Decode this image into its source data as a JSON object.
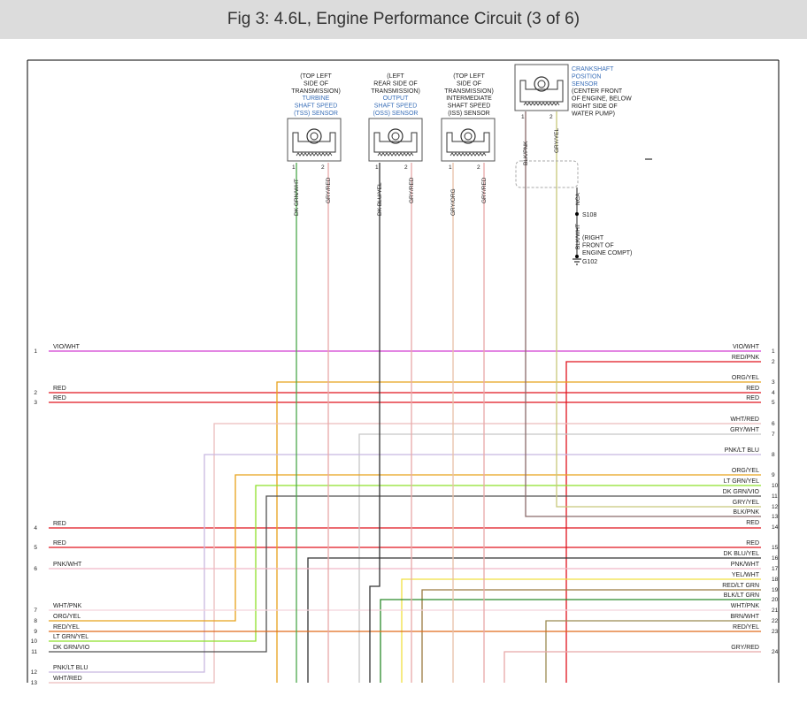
{
  "title": "Fig 3: 4.6L, Engine Performance Circuit (3 of 6)",
  "sensors": [
    {
      "id": "tss",
      "desc": [
        "(TOP LEFT",
        "SIDE OF",
        "TRANSMISSION)"
      ],
      "name": [
        "TURBINE",
        "SHAFT SPEED",
        "(TSS) SENSOR"
      ],
      "wires": [
        "DK GRN/WHT",
        "GRY/RED"
      ],
      "pins": [
        "1",
        "2"
      ]
    },
    {
      "id": "oss",
      "desc": [
        "(LEFT",
        "REAR SIDE OF",
        "TRANSMISSION)"
      ],
      "name": [
        "OUTPUT",
        "SHAFT SPEED",
        "(OSS) SENSOR"
      ],
      "wires": [
        "DK BLU/YEL",
        "GRY/RED"
      ],
      "pins": [
        "1",
        "2"
      ]
    },
    {
      "id": "iss",
      "desc": [
        "(TOP LEFT",
        "SIDE OF",
        "TRANSMISSION)"
      ],
      "name": [],
      "name_plain": [
        "INTERMEDIATE",
        "SHAFT SPEED",
        "(ISS) SENSOR"
      ],
      "wires": [
        "GRY/ORG",
        "GRY/RED"
      ],
      "pins": [
        "1",
        "2"
      ]
    },
    {
      "id": "ckp",
      "name": [
        "CRANKSHAFT",
        "POSITION",
        "SENSOR"
      ],
      "desc": [
        "(CENTER FRONT",
        "OF ENGINE, BELOW",
        "RIGHT SIDE OF",
        "WATER PUMP)"
      ],
      "wires": [
        "BLK/PNK",
        "GRY/YEL"
      ],
      "pins": [
        "1",
        "2"
      ]
    }
  ],
  "shield": {
    "wire": "NCA",
    "splice": "S108",
    "ground_wire": "BLK/WHT",
    "ground_desc": [
      "(RIGHT",
      "FRONT OF",
      "ENGINE COMPT)"
    ],
    "ground": "G102"
  },
  "left_connector": [
    {
      "pin": "1",
      "label": "VIO/WHT"
    },
    {
      "pin": "2",
      "label": "RED"
    },
    {
      "pin": "3",
      "label": "RED"
    },
    {
      "pin": "4",
      "label": "RED"
    },
    {
      "pin": "5",
      "label": "RED"
    },
    {
      "pin": "6",
      "label": "PNK/WHT"
    },
    {
      "pin": "7",
      "label": "WHT/PNK"
    },
    {
      "pin": "8",
      "label": "ORG/YEL"
    },
    {
      "pin": "9",
      "label": "RED/YEL"
    },
    {
      "pin": "10",
      "label": "LT GRN/YEL"
    },
    {
      "pin": "11",
      "label": "DK GRN/VIO"
    },
    {
      "pin": "12",
      "label": "PNK/LT BLU"
    },
    {
      "pin": "13",
      "label": "WHT/RED"
    }
  ],
  "right_connector": [
    {
      "pin": "1",
      "label": "VIO/WHT"
    },
    {
      "pin": "2",
      "label": "RED/PNK"
    },
    {
      "pin": "3",
      "label": "ORG/YEL"
    },
    {
      "pin": "4",
      "label": "RED"
    },
    {
      "pin": "5",
      "label": "RED"
    },
    {
      "pin": "6",
      "label": "WHT/RED"
    },
    {
      "pin": "7",
      "label": "GRY/WHT"
    },
    {
      "pin": "8",
      "label": "PNK/LT BLU"
    },
    {
      "pin": "9",
      "label": "ORG/YEL"
    },
    {
      "pin": "10",
      "label": "LT GRN/YEL"
    },
    {
      "pin": "11",
      "label": "DK GRN/VIO"
    },
    {
      "pin": "12",
      "label": "GRY/YEL"
    },
    {
      "pin": "13",
      "label": "BLK/PNK"
    },
    {
      "pin": "14",
      "label": "RED"
    },
    {
      "pin": "15",
      "label": "RED"
    },
    {
      "pin": "16",
      "label": "DK BLU/YEL"
    },
    {
      "pin": "17",
      "label": "PNK/WHT"
    },
    {
      "pin": "18",
      "label": "YEL/WHT"
    },
    {
      "pin": "19",
      "label": "RED/LT GRN"
    },
    {
      "pin": "20",
      "label": "BLK/LT GRN"
    },
    {
      "pin": "21",
      "label": "WHT/PNK"
    },
    {
      "pin": "22",
      "label": "BRN/WHT"
    },
    {
      "pin": "23",
      "label": "RED/YEL"
    },
    {
      "pin": "24",
      "label": "GRY/RED"
    }
  ],
  "colors": {
    "VIO/WHT": "#d23ed2",
    "RED": "#e0141e",
    "RED/PNK": "#e0141e",
    "ORG/YEL": "#e8a21a",
    "WHT/RED": "#ecbcbc",
    "GRY/WHT": "#c6c6c6",
    "PNK/LT BLU": "#c8b8e0",
    "LT GRN/YEL": "#8ee02a",
    "DK GRN/VIO": "#505050",
    "GRY/YEL": "#c8c87a",
    "BLK/PNK": "#8a6a6a",
    "DK BLU/YEL": "#333333",
    "PNK/WHT": "#f0b8c8",
    "YEL/WHT": "#f0e040",
    "RED/LT GRN": "#9a7a40",
    "BLK/LT GRN": "#2a8a2a",
    "WHT/PNK": "#f4d4dc",
    "BRN/WHT": "#9a8a50",
    "RED/YEL": "#e06a1a",
    "GRY/RED": "#e8a8a8",
    "DK GRN/WHT": "#4aa84a",
    "GRY/ORG": "#e8c0a8",
    "NCA": "#222222",
    "BLK/WHT": "#222222"
  }
}
